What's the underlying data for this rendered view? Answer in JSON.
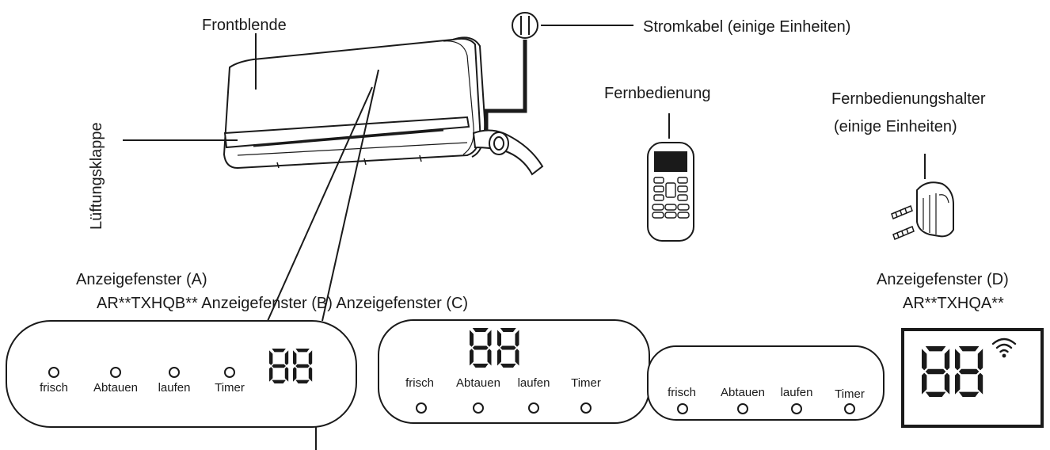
{
  "labels": {
    "front_panel": "Frontblende",
    "power_cable": "Stromkabel (einige Einheiten)",
    "louver": "Lüftungsklappe",
    "remote": "Fernbedienung",
    "remote_holder_1": "Fernbedienungshalter",
    "remote_holder_2": "(einige Einheiten)",
    "display_a_1": "Anzeigefenster (A)",
    "display_a_2": "AR**TXHQB** Anzeigefenster (B) Anzeigefenster (C)",
    "display_d_1": "Anzeigefenster (D)",
    "display_d_2": "AR**TXHQA**"
  },
  "panels": {
    "a": {
      "digits": "88",
      "indicators": [
        "frisch",
        "Abtauen",
        "laufen",
        "Timer"
      ]
    },
    "b": {
      "digits": "88",
      "indicators": [
        "frisch",
        "Abtauen",
        "laufen",
        "Timer"
      ]
    },
    "c": {
      "indicators": [
        "frisch",
        "Abtauen",
        "laufen",
        "Timer"
      ]
    },
    "d": {
      "digits": "88",
      "wifi_icon": "wifi-icon"
    }
  },
  "colors": {
    "ink": "#1a1a1a",
    "background": "#ffffff"
  }
}
